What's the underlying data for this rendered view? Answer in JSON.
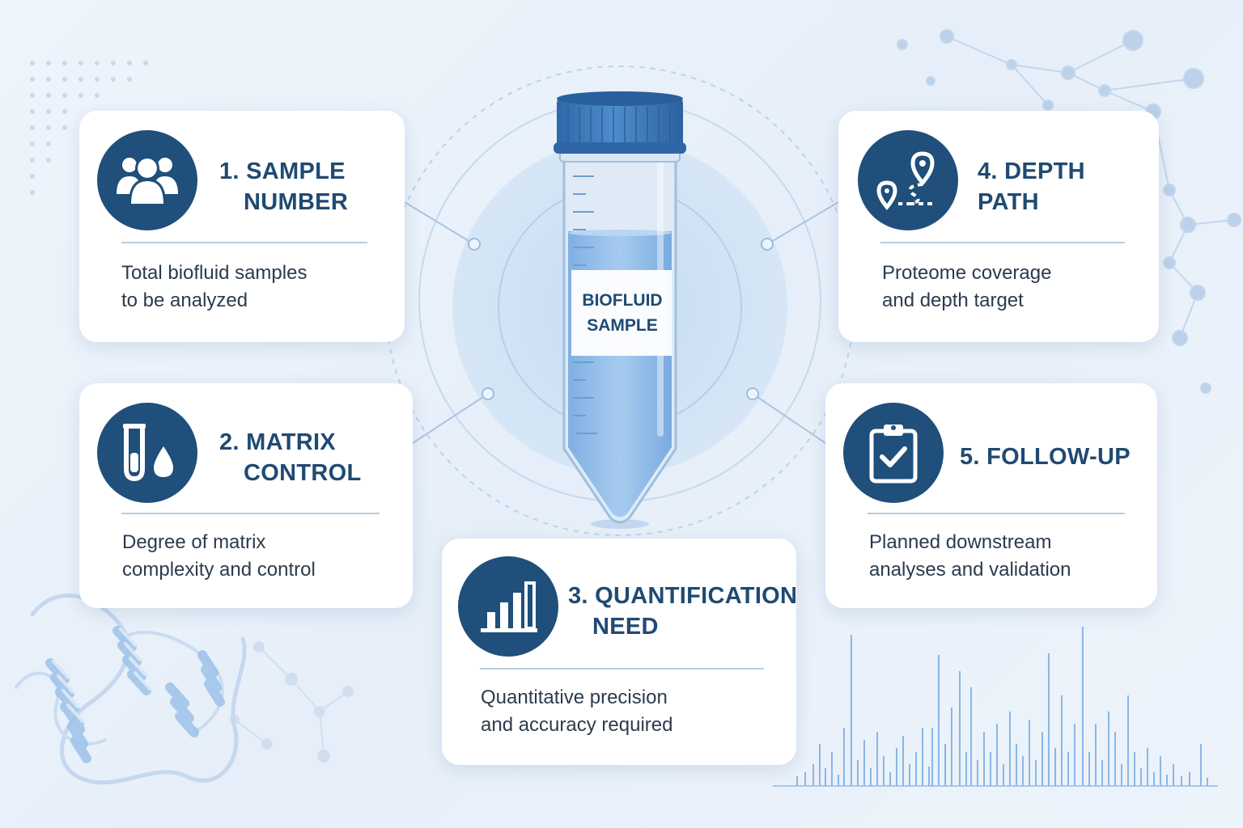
{
  "center": {
    "label_line1": "BIOFLUID",
    "label_line2": "SAMPLE"
  },
  "cards": [
    {
      "title_line1": "1. SAMPLE",
      "title_line2": "NUMBER",
      "desc_line1": "Total biofluid samples",
      "desc_line2": "to be analyzed",
      "icon": "people-group-icon"
    },
    {
      "title_line1": "2. MATRIX",
      "title_line2": "CONTROL",
      "desc_line1": "Degree of matrix",
      "desc_line2": "complexity and control",
      "icon": "test-tube-droplet-icon"
    },
    {
      "title_line1": "3. QUANTIFICATION",
      "title_line2": "NEED",
      "desc_line1": "Quantitative precision",
      "desc_line2": "and accuracy required",
      "icon": "bar-chart-icon"
    },
    {
      "title_line1": "4. DEPTH",
      "title_line2": "PATH",
      "desc_line1": "Proteome coverage",
      "desc_line2": "and depth target",
      "icon": "map-path-pins-icon"
    },
    {
      "title_line1": "5. FOLLOW-UP",
      "title_line2": "",
      "desc_line1": "Planned downstream",
      "desc_line2": "analyses and validation",
      "icon": "clipboard-check-icon"
    }
  ],
  "colors": {
    "icon_circle": "#1f4f7a",
    "title": "#1f4a72",
    "accent_blue": "#3f7ec0",
    "liquid": "#8fbbe8",
    "background": "#eaf1fa"
  }
}
